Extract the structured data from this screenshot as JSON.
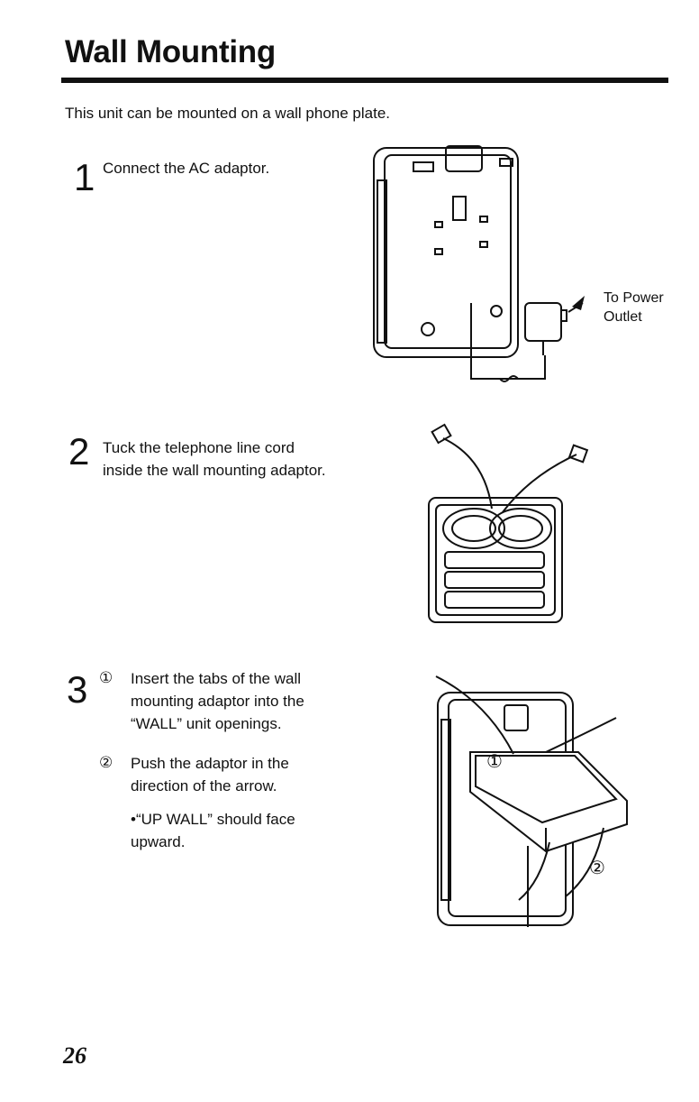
{
  "page": {
    "title": "Wall Mounting",
    "intro": "This unit can be mounted on a wall phone plate.",
    "page_number": "26"
  },
  "steps": [
    {
      "number": "1",
      "text": "Connect the AC adaptor."
    },
    {
      "number": "2",
      "text": "Tuck the telephone line cord inside the wall mounting adaptor."
    },
    {
      "number": "3",
      "substeps": [
        {
          "marker": "①",
          "text": "Insert the tabs of the wall mounting adaptor into the “WALL” unit openings."
        },
        {
          "marker": "②",
          "text": "Push the adaptor in the direction of the arrow."
        }
      ],
      "note": "•“UP WALL” should face upward."
    }
  ],
  "figures": {
    "fig1_label": "To Power Outlet",
    "fig3_marker1": "①",
    "fig3_marker2": "②"
  }
}
